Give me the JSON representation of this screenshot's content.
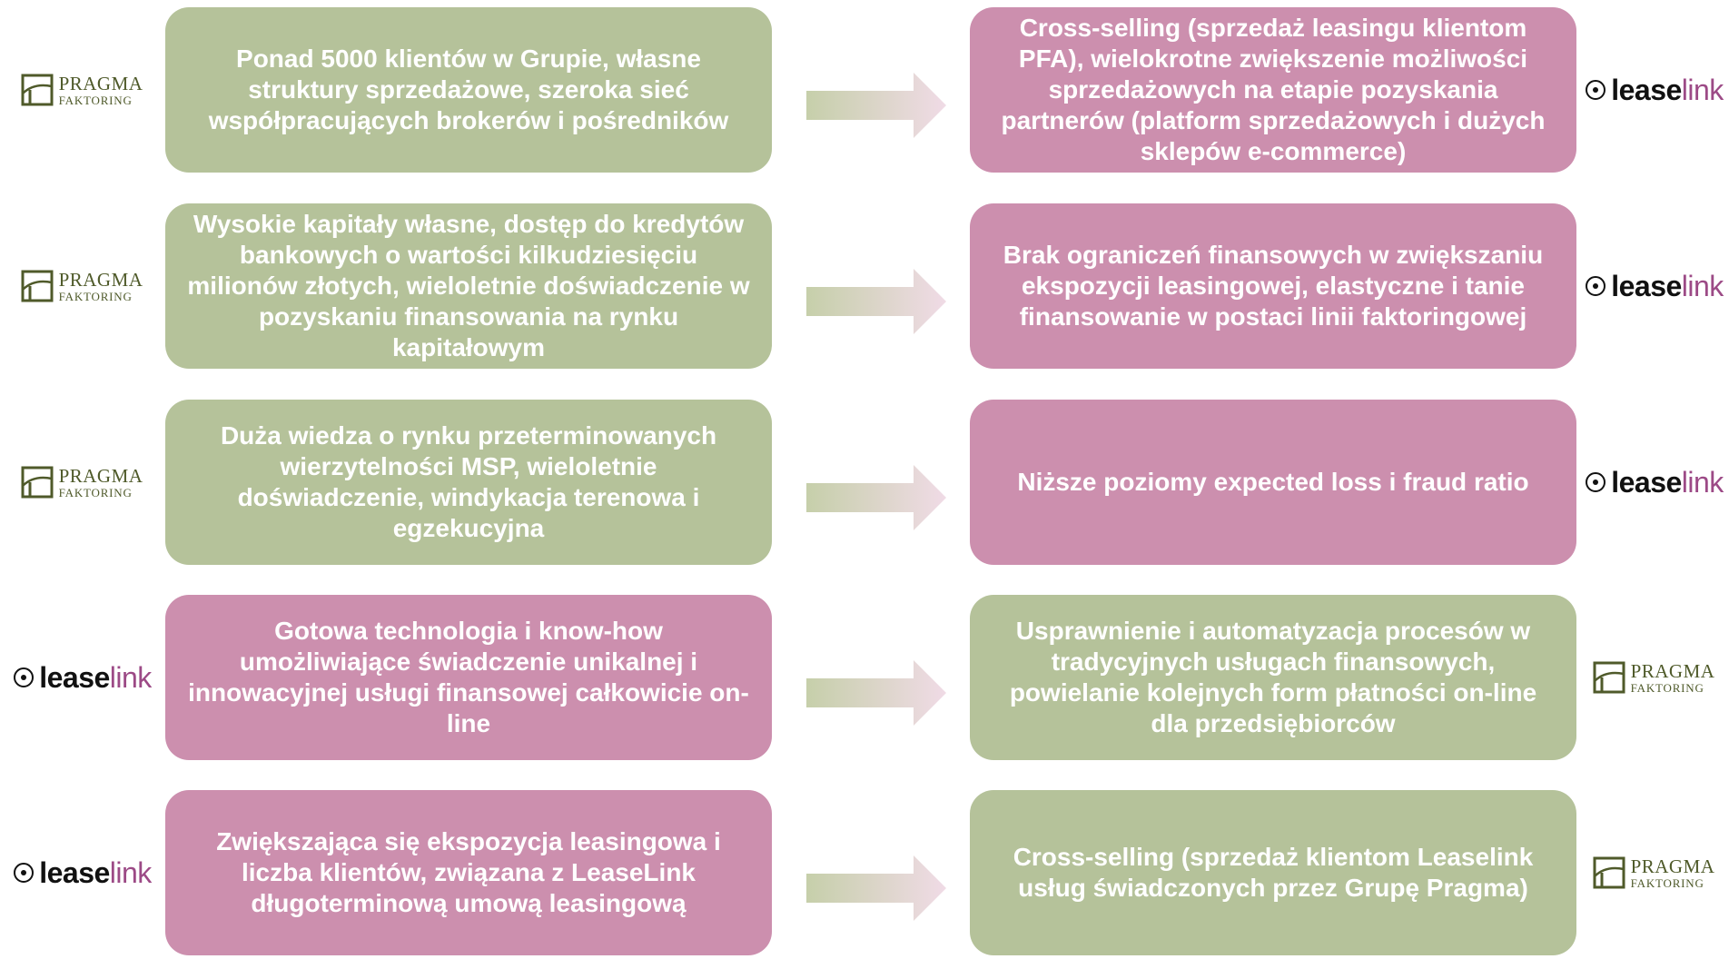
{
  "colors": {
    "green": "#b5c29a",
    "pink": "#cc8fae",
    "pragma": "#4f5a2a",
    "leaselink_bold": "#111111",
    "leaselink_light": "#9c4a86"
  },
  "logos": {
    "pragma": {
      "line1": "PRAGMA",
      "line2": "FAKTORING"
    },
    "leaselink": {
      "bold": "lease",
      "light": "link"
    }
  },
  "rows": [
    {
      "left_logo": "pragma",
      "left_color": "green",
      "left_text": "Ponad 5000 klientów w Grupie, własne struktury sprzedażowe, szeroka sieć współpracujących brokerów i pośredników",
      "right_color": "pink",
      "right_text": "Cross-selling (sprzedaż leasingu klientom PFA), wielokrotne zwiększenie możliwości sprzedażowych na etapie pozyskania partnerów (platform sprzedażowych i dużych sklepów e-commerce)",
      "right_logo": "leaselink"
    },
    {
      "left_logo": "pragma",
      "left_color": "green",
      "left_text": "Wysokie kapitały własne, dostęp do kredytów bankowych o wartości kilkudziesięciu milionów złotych, wieloletnie doświadczenie w pozyskaniu finansowania na rynku kapitałowym",
      "right_color": "pink",
      "right_text": "Brak ograniczeń finansowych w zwiększaniu ekspozycji leasingowej, elastyczne i tanie finansowanie w postaci linii faktoringowej",
      "right_logo": "leaselink"
    },
    {
      "left_logo": "pragma",
      "left_color": "green",
      "left_text": "Duża wiedza o rynku przeterminowanych wierzytelności MSP, wieloletnie doświadczenie, windykacja terenowa i egzekucyjna",
      "right_color": "pink",
      "right_text": "Niższe poziomy expected loss i fraud ratio",
      "right_logo": "leaselink"
    },
    {
      "left_logo": "leaselink",
      "left_color": "pink",
      "left_text": "Gotowa technologia i know-how umożliwiające świadczenie unikalnej i innowacyjnej usługi finansowej całkowicie on-line",
      "right_color": "green",
      "right_text": "Usprawnienie i automatyzacja procesów w tradycyjnych usługach finansowych, powielanie kolejnych form płatności on-line dla przedsiębiorców",
      "right_logo": "pragma"
    },
    {
      "left_logo": "leaselink",
      "left_color": "pink",
      "left_text": "Zwiększająca się ekspozycja leasingowa i liczba klientów, związana z LeaseLink długoterminową umową leasingową",
      "right_color": "green",
      "right_text": "Cross-selling (sprzedaż klientom Leaselink usług świadczonych przez Grupę Pragma)",
      "right_logo": "pragma"
    }
  ]
}
